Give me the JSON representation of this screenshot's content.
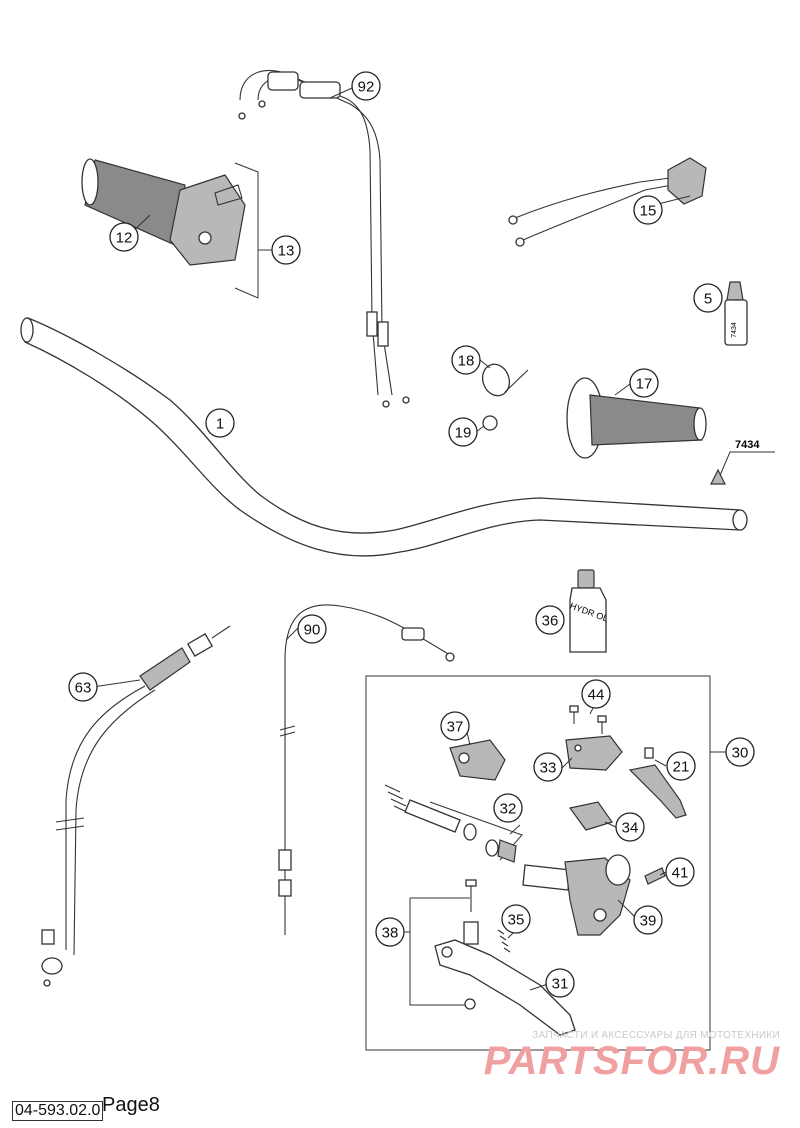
{
  "callouts": {
    "c92": "92",
    "c12": "12",
    "c13": "13",
    "c15": "15",
    "c5": "5",
    "c18": "18",
    "c17": "17",
    "c19": "19",
    "c1": "1",
    "c36": "36",
    "c90": "90",
    "c63": "63",
    "c44": "44",
    "c37": "37",
    "c33": "33",
    "c21": "21",
    "c30": "30",
    "c32": "32",
    "c34": "34",
    "c41": "41",
    "c39": "39",
    "c35": "35",
    "c38": "38",
    "c31": "31"
  },
  "labels": {
    "part_7434": "7434",
    "bottle_label": "HYDR OL",
    "tube_label": "7434"
  },
  "watermark": {
    "subtitle": "ЗАПЧАСТИ И АКСЕССУАРЫ ДЛЯ МОТОТЕХНИКИ",
    "brand": "PARTSFOR.RU"
  },
  "footer": {
    "code": "04-593.02.0",
    "page": "Page8"
  }
}
